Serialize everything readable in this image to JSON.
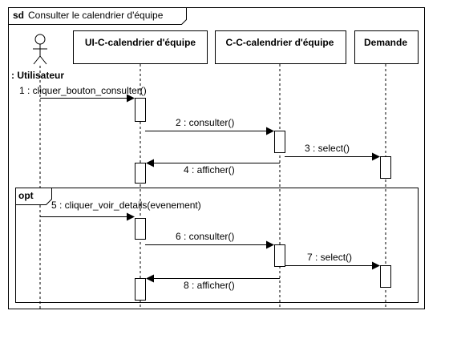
{
  "diagram": {
    "frame_kind": "sd",
    "title": "Consulter le calendrier d'équipe",
    "actor": {
      "label": ": Utilisateur"
    },
    "lifelines": [
      {
        "id": "ui",
        "label": "UI-C-calendrier d'équipe"
      },
      {
        "id": "cc",
        "label": "C-C-calendrier d'équipe"
      },
      {
        "id": "dm",
        "label": "Demande"
      }
    ],
    "messages": [
      {
        "label": "1 : cliquer_bouton_consulter()",
        "from": "actor",
        "to": "ui",
        "kind": "call"
      },
      {
        "label": "2 : consulter()",
        "from": "ui",
        "to": "cc",
        "kind": "call"
      },
      {
        "label": "3 : select()",
        "from": "cc",
        "to": "dm",
        "kind": "call"
      },
      {
        "label": "4 : afficher()",
        "from": "cc",
        "to": "ui",
        "kind": "call"
      },
      {
        "label": "5 : cliquer_voir_details(evenement)",
        "from": "actor",
        "to": "ui",
        "kind": "call"
      },
      {
        "label": "6 : consulter()",
        "from": "ui",
        "to": "cc",
        "kind": "call"
      },
      {
        "label": "7 : select()",
        "from": "cc",
        "to": "dm",
        "kind": "call"
      },
      {
        "label": "8 : afficher()",
        "from": "cc",
        "to": "ui",
        "kind": "call"
      }
    ],
    "fragment": {
      "operator": "opt"
    }
  }
}
